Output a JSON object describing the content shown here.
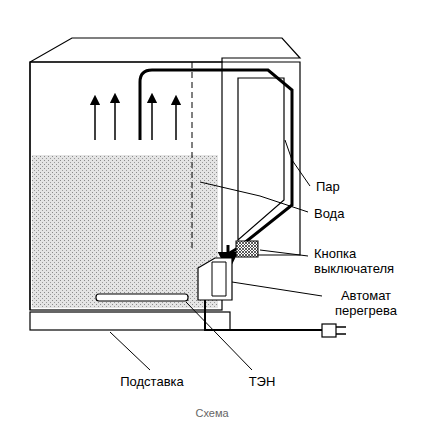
{
  "diagram": {
    "caption": "Схема",
    "labels": [
      "Пар",
      "Вода",
      "Кнопка выключателя",
      "Автомат перегрева",
      "Подставка",
      "ТЭН"
    ]
  }
}
